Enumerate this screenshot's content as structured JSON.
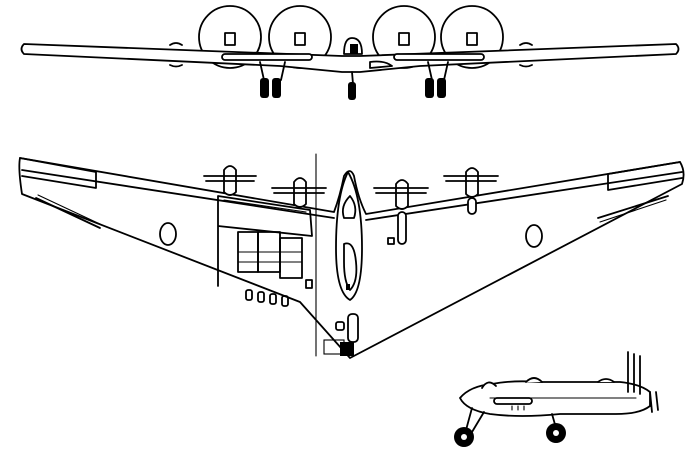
{
  "drawing": {
    "views": [
      {
        "name": "front-view"
      },
      {
        "name": "plan-view"
      },
      {
        "name": "side-view"
      }
    ],
    "colors": {
      "line": "#000000",
      "background": "#ffffff"
    }
  }
}
